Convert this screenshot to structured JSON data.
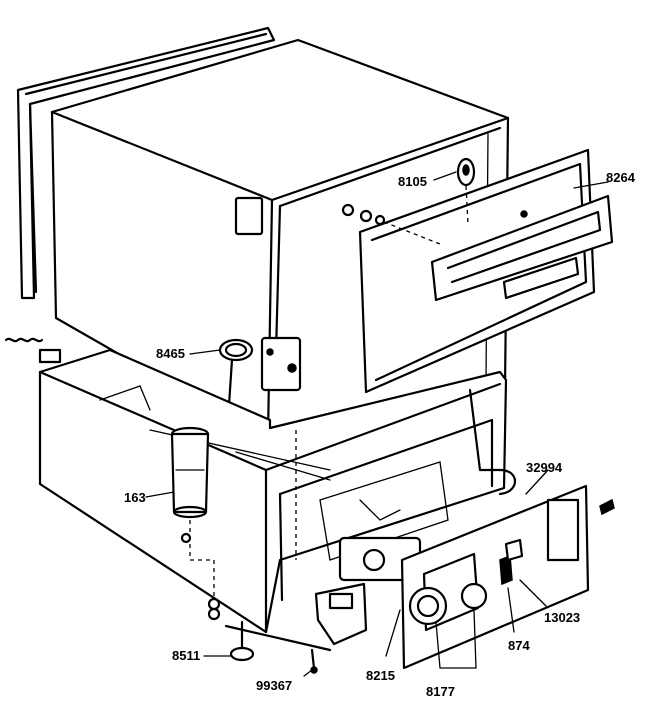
{
  "part_labels": [
    "8105",
    "8264",
    "8465",
    "163",
    "32994",
    "13023",
    "874",
    "8177",
    "8215",
    "99367",
    "8511"
  ]
}
